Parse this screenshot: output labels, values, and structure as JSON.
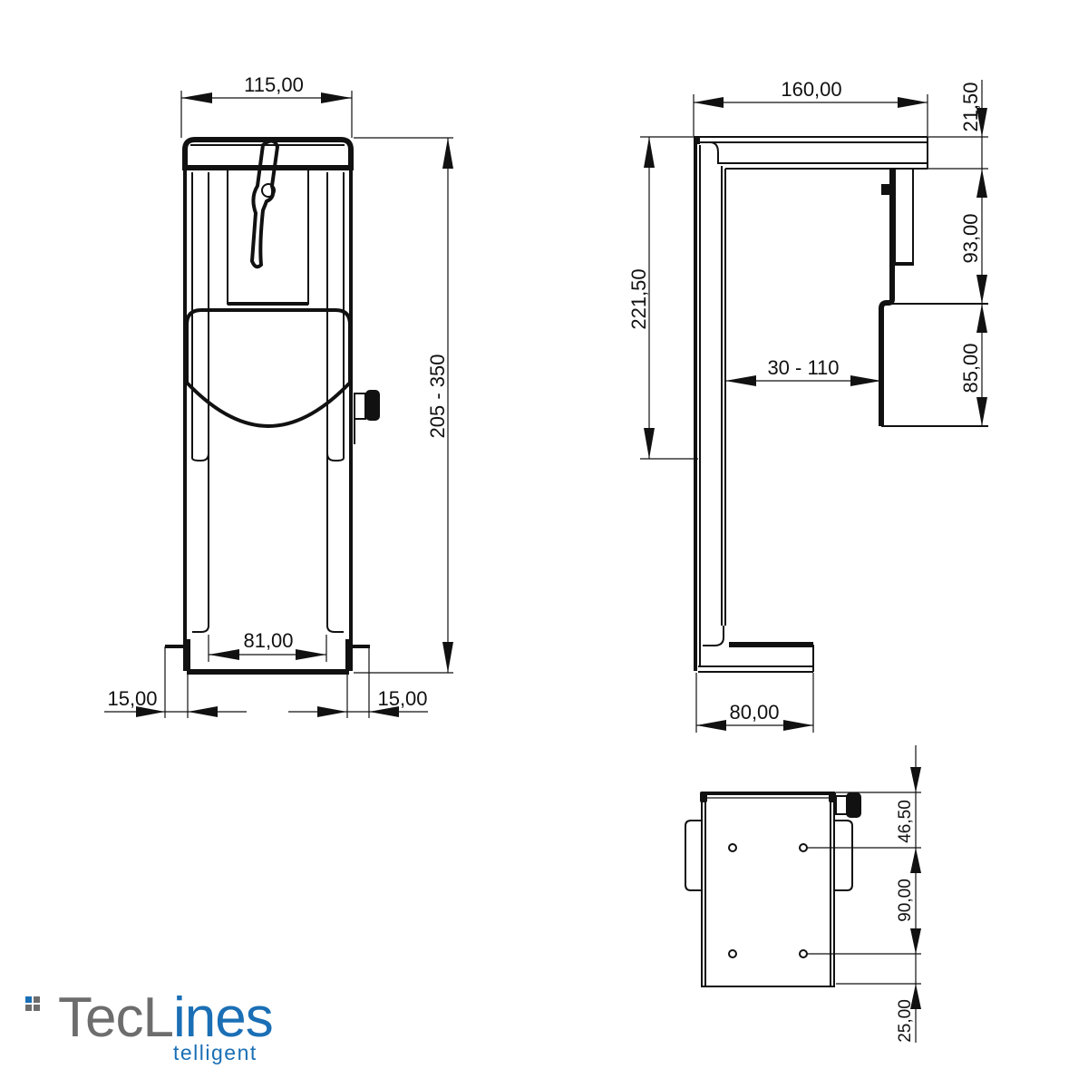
{
  "drawing": {
    "front_view": {
      "width_top": "115,00",
      "height_range": "205 -  350",
      "inner_width": "81,00",
      "foot_left": "15,00",
      "foot_right": "15,00"
    },
    "side_view": {
      "depth_top": "160,00",
      "total_height": "221,50",
      "clamp_range": "30 - 110",
      "foot_depth": "80,00",
      "top_thickness": "21,50",
      "upper_bracket": "93,00",
      "lower_bracket": "85,00"
    },
    "top_view": {
      "edge_to_holes": "46,50",
      "hole_spacing": "90,00",
      "bottom_offset": "25,00"
    }
  },
  "logo": {
    "brand_part1": "TecL",
    "brand_part2": "ines",
    "tagline": "telligent",
    "color_gray": "#6d6d6d",
    "color_blue": "#1a6fb5"
  }
}
